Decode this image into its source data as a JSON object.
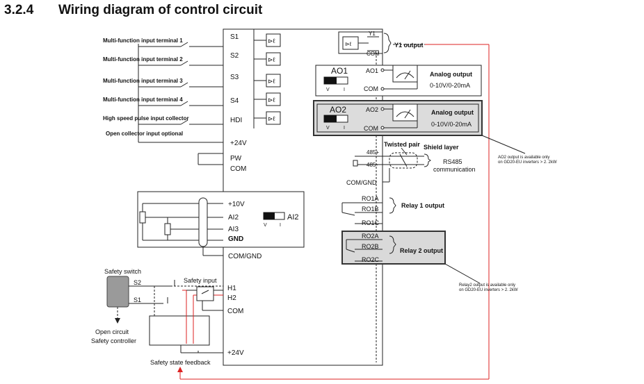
{
  "section": {
    "number": "3.2.4",
    "title": "Wiring diagram of control circuit"
  },
  "inputs": {
    "mf1": "Multi-function input terminal 1",
    "mf2": "Multi-function input terminal 2",
    "mf3": "Multi-function input terminal 3",
    "mf4": "Multi-function input terminal 4",
    "hs": "High speed pulse input collector",
    "oc": "Open collector input optional"
  },
  "terminals": {
    "s1": "S1",
    "s2": "S2",
    "s3": "S3",
    "s4": "S4",
    "hdi": "HDI",
    "p24": "+24V",
    "pw": "PW",
    "com": "COM",
    "p10v": "+10V",
    "ai2": "AI2",
    "ai3": "AI3",
    "gnd": "GND",
    "comgnd": "COM/GND",
    "h1": "H1",
    "h2": "H2",
    "com2": "COM",
    "p24b": "+24V"
  },
  "right": {
    "y1": "Y1",
    "ycom": "COM",
    "y1_output": "Y1 output",
    "ao1_box": "AO1",
    "ao1": "AO1",
    "ao1_com": "COM",
    "ao1_v": "V",
    "ao1_i": "I",
    "analog1": "Analog output",
    "range1": "0-10V/0-20mA",
    "ao2_box": "AO2",
    "ao2": "AO2",
    "ao2_com": "COM",
    "ao2_v": "V",
    "ao2_i": "I",
    "analog2": "Analog output",
    "range2": "0-10V/0-20mA",
    "ao2_note_1": "AO2 output is available only",
    "ao2_note_2": "on GD20-EU inverters > 2. 2kW",
    "twisted": "Twisted pair",
    "shield": "Shield layer",
    "p485": "485+",
    "n485": "485-",
    "rs485_1": "RS485",
    "rs485_2": "communication",
    "comgnd_r": "COM/GND",
    "ro1a": "RO1A",
    "ro1b": "RO1B",
    "ro1c": "RO1C",
    "relay1": "Relay 1 output",
    "ro2a": "RO2A",
    "ro2b": "RO2B",
    "ro2c": "RO2C",
    "relay2": "Relay 2 output",
    "relay2_note_1": "Relay2 output is available only",
    "relay2_note_2": "on GD20-EU inverters > 2. 2kW"
  },
  "ai_switch": {
    "label": "AI2",
    "v": "V",
    "i": "I"
  },
  "safety": {
    "switch": "Safety switch",
    "s2": "S2",
    "s1": "S1",
    "open_circuit": "Open circuit",
    "controller": "Safety controller",
    "input": "Safety input",
    "feedback": "Safety state feedback"
  }
}
